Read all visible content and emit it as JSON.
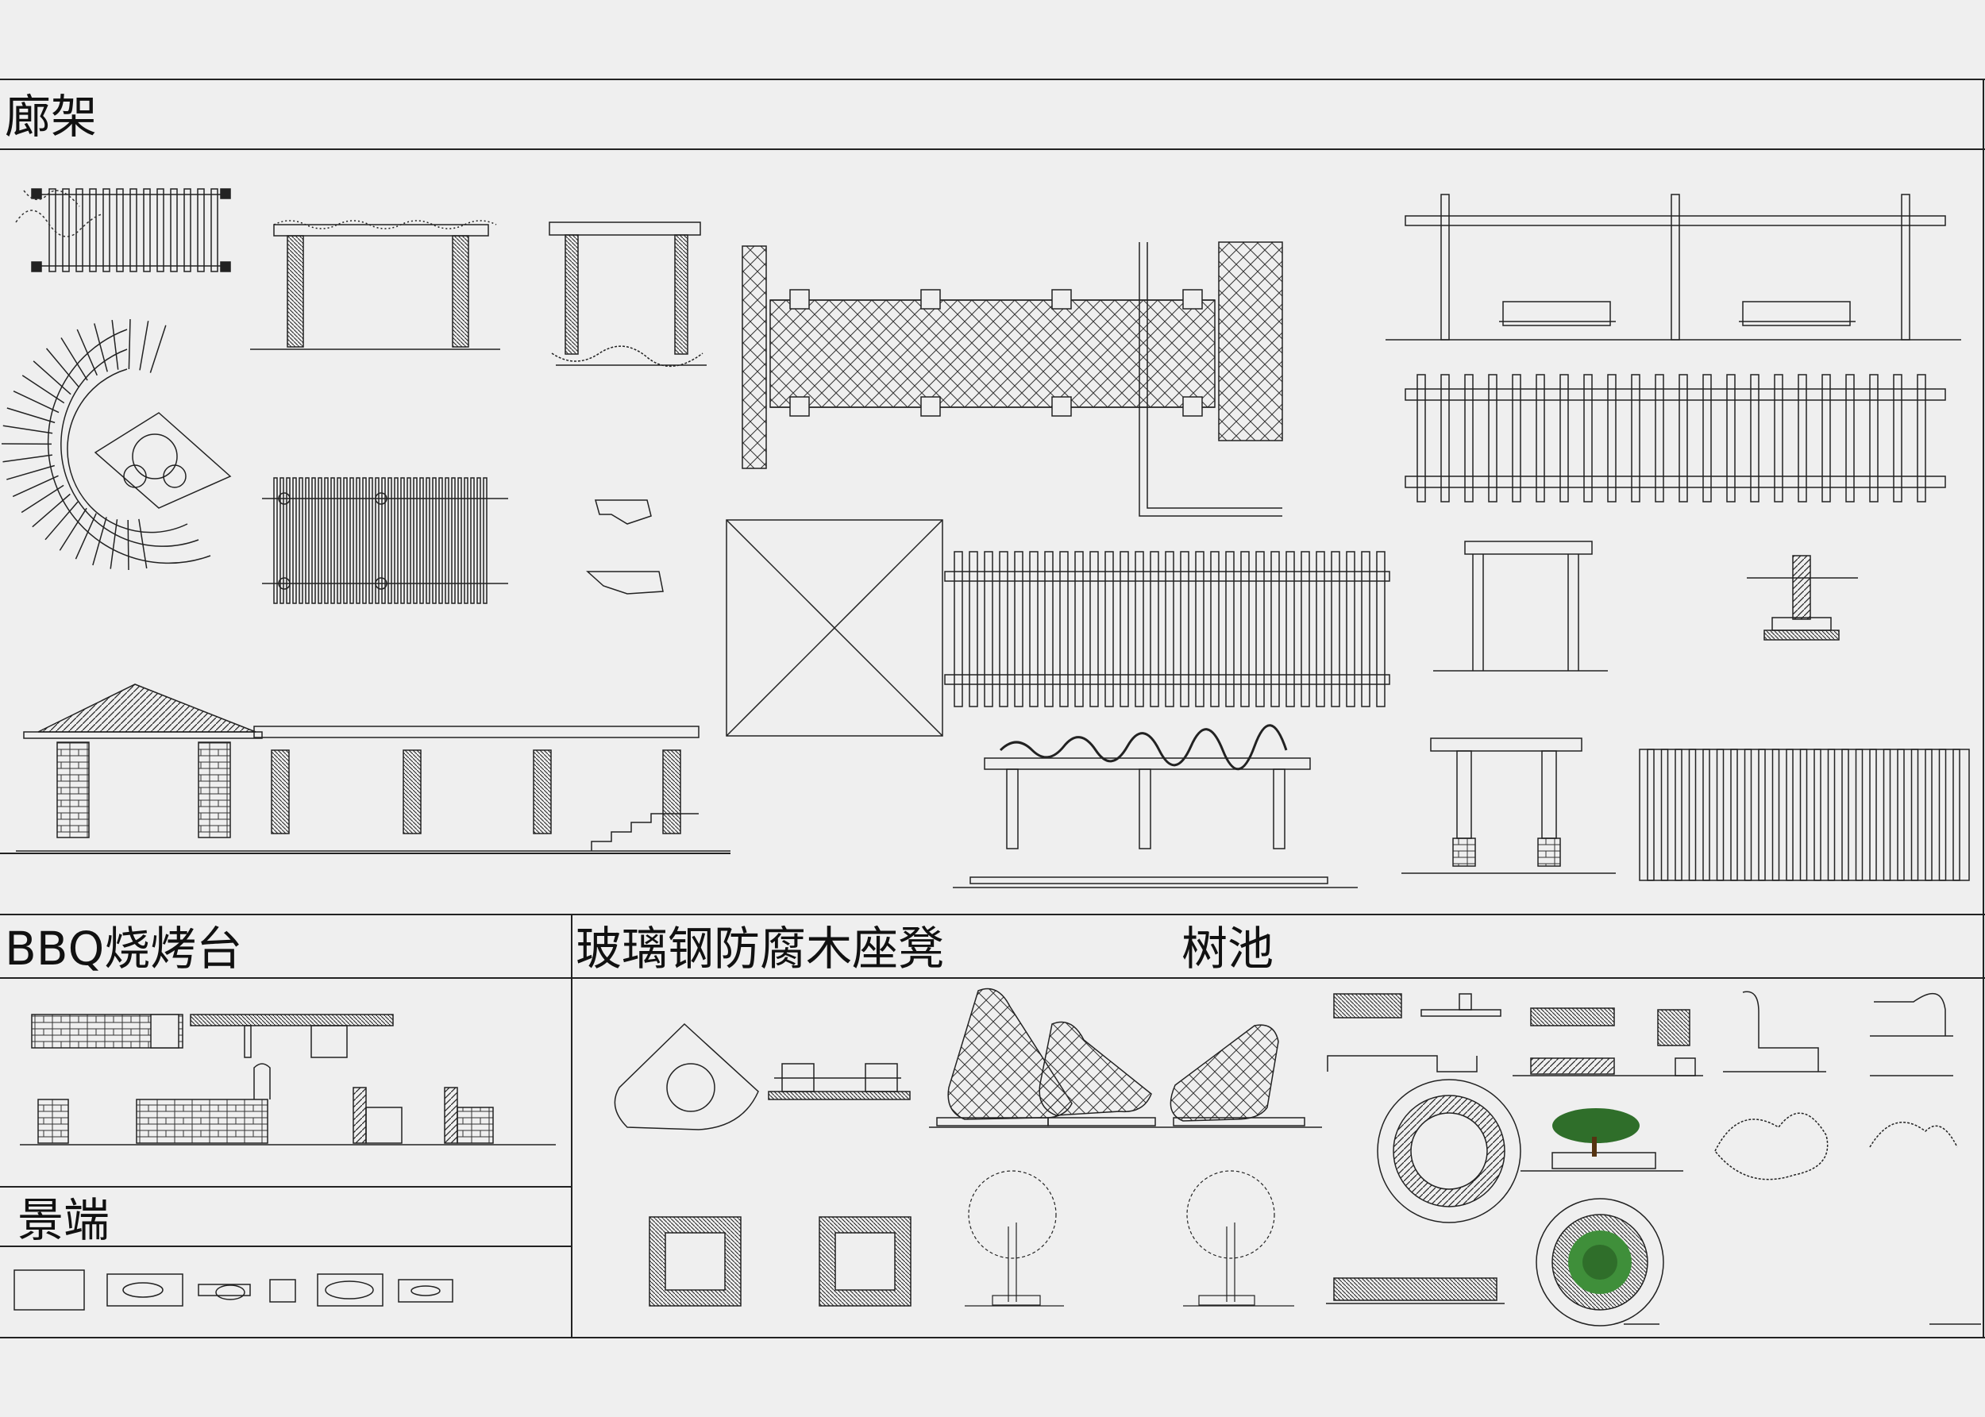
{
  "sections": {
    "pergola": "廊架",
    "bbq": "BBQ烧烤台",
    "bench": "玻璃钢防腐木座凳",
    "tree_pool": "树池",
    "landscape_end": "景端"
  },
  "colors": {
    "paper": "#efefef",
    "ink": "#1a1a1a",
    "foliage_green": "#3f8f3a",
    "tree_canopy": "#2f6e2a"
  }
}
